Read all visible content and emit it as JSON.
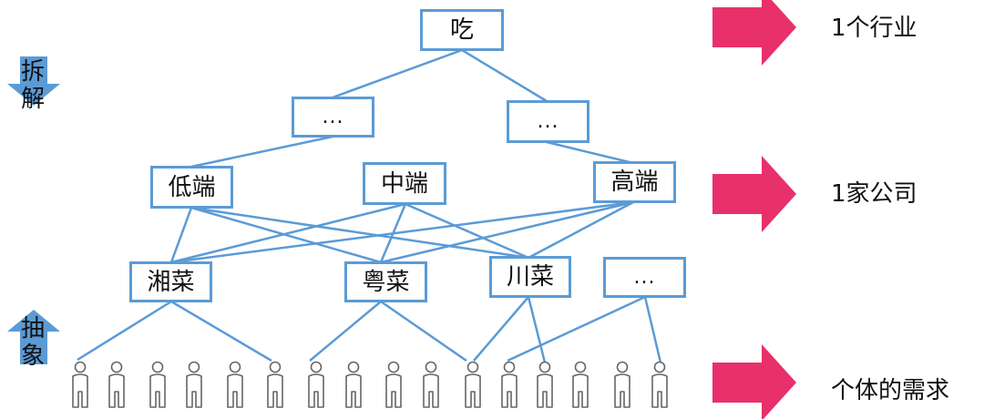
{
  "diagram": {
    "root": "吃",
    "level2": [
      "...",
      "..."
    ],
    "tiers": [
      "低端",
      "中端",
      "高端"
    ],
    "cuisines": [
      "湘菜",
      "粤菜",
      "川菜",
      "..."
    ],
    "people_count": 16
  },
  "left_arrows": {
    "decompose": [
      "拆",
      "解"
    ],
    "abstract": [
      "抽",
      "象"
    ]
  },
  "right_labels": {
    "industry": "1个行业",
    "company": "1家公司",
    "needs": "个体的需求"
  },
  "colors": {
    "box_border": "#5b9bd5",
    "line": "#5b9bd5",
    "side_arrow": "#5b9bd5",
    "right_arrow": "#e8306b",
    "person": "#666666"
  }
}
